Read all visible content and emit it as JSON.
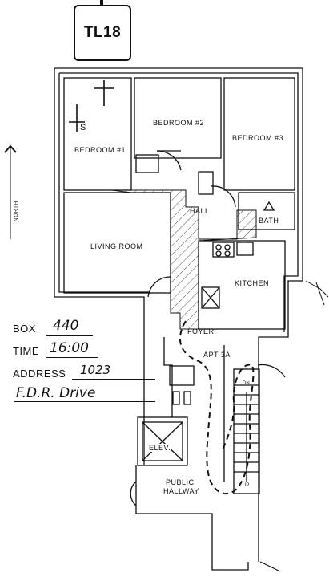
{
  "tag": {
    "label": "TL18"
  },
  "compass": {
    "label": "NORTH"
  },
  "rooms": {
    "bedroom1": "BEDROOM #1",
    "bedroom2": "BEDROOM #2",
    "bedroom3": "BEDROOM #3",
    "hall": "HALL",
    "bath": "BATH",
    "living_room": "LIVING ROOM",
    "kitchen": "KITCHEN",
    "foyer": "FOYER",
    "apartment": "APT 3A",
    "elevator": "ELEV.",
    "public_hallway_line1": "PUBLIC",
    "public_hallway_line2": "HALLWAY",
    "stairs_down": "DN",
    "stairs_up": "UP"
  },
  "markers": {
    "s_marker": "S"
  },
  "info": {
    "box_label": "BOX",
    "box_value": "440",
    "time_label": "TIME",
    "time_value": "16:00",
    "address_label": "ADDRESS",
    "address_value": "1023",
    "street_value": "F.D.R. Drive"
  }
}
